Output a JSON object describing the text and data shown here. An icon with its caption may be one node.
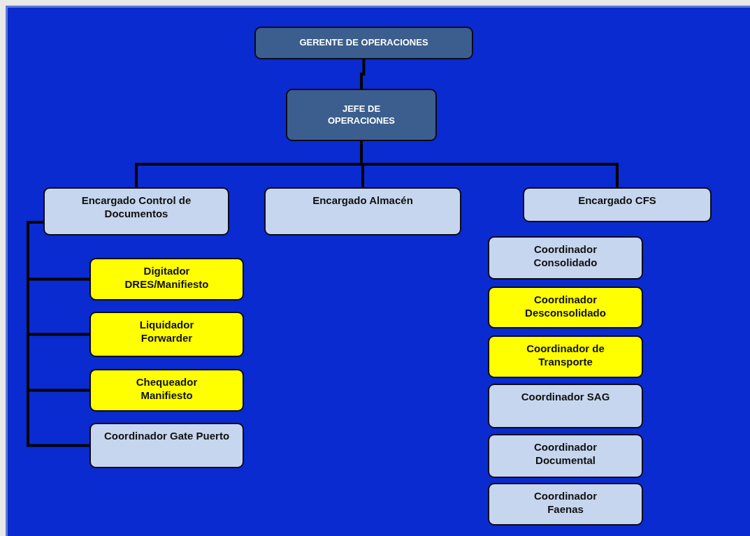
{
  "diagram": {
    "nodes": [
      {
        "text": [
          "GERENTE  DE OPERACIONES"
        ]
      },
      {
        "text": [
          "JEFE DE OPERACIONES"
        ]
      },
      {
        "text": [
          "Encargado Control de Documentos"
        ]
      },
      {
        "text": [
          "Encargado Almacén"
        ]
      },
      {
        "text": [
          "Encargado CFS"
        ]
      },
      {
        "text": [
          "Digitador DRES/Manifiesto"
        ]
      },
      {
        "text": [
          "Liquidador Forwarder"
        ]
      },
      {
        "text": [
          "Chequeador Manifiesto"
        ]
      },
      {
        "text": [
          "Coordinador Gate Puerto"
        ]
      },
      {
        "text": [
          "Coordinador Consolidado"
        ]
      },
      {
        "text": [
          "Coordinador Desconsolidado"
        ]
      },
      {
        "text": [
          "Coordinador de Transporte"
        ]
      },
      {
        "text": [
          "Coordinador SAG"
        ]
      },
      {
        "text": [
          "Coordinador Documental"
        ]
      },
      {
        "text": [
          "Coordinador Faenas"
        ]
      }
    ],
    "edges": [
      {
        "from": 0,
        "to": 1,
        "arrow": "none"
      },
      {
        "from": 1,
        "to": 2,
        "arrow": "none"
      },
      {
        "from": 1,
        "to": 3,
        "arrow": "none"
      },
      {
        "from": 1,
        "to": 4,
        "arrow": "none"
      },
      {
        "from": 2,
        "to": 5,
        "arrow": "none"
      },
      {
        "from": 2,
        "to": 6,
        "arrow": "none"
      },
      {
        "from": 2,
        "to": 7,
        "arrow": "none"
      },
      {
        "from": 2,
        "to": 8,
        "arrow": "none"
      }
    ]
  }
}
